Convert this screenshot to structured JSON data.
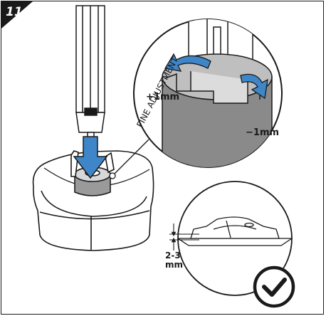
{
  "step_number": "11",
  "callout": {
    "title": "FINE ADJUSTMENT",
    "plus_label": "+1mm",
    "minus_label": "−1mm"
  },
  "height_callout": {
    "value_line1": "2-3",
    "value_line2": "mm"
  },
  "icons": {
    "confirm": "check-circle-icon",
    "tool": "screwdriver-icon"
  },
  "colors": {
    "arrow_blue": "#3f86c8",
    "part_gray": "#8a8a8a",
    "line": "#1a1a1a"
  }
}
